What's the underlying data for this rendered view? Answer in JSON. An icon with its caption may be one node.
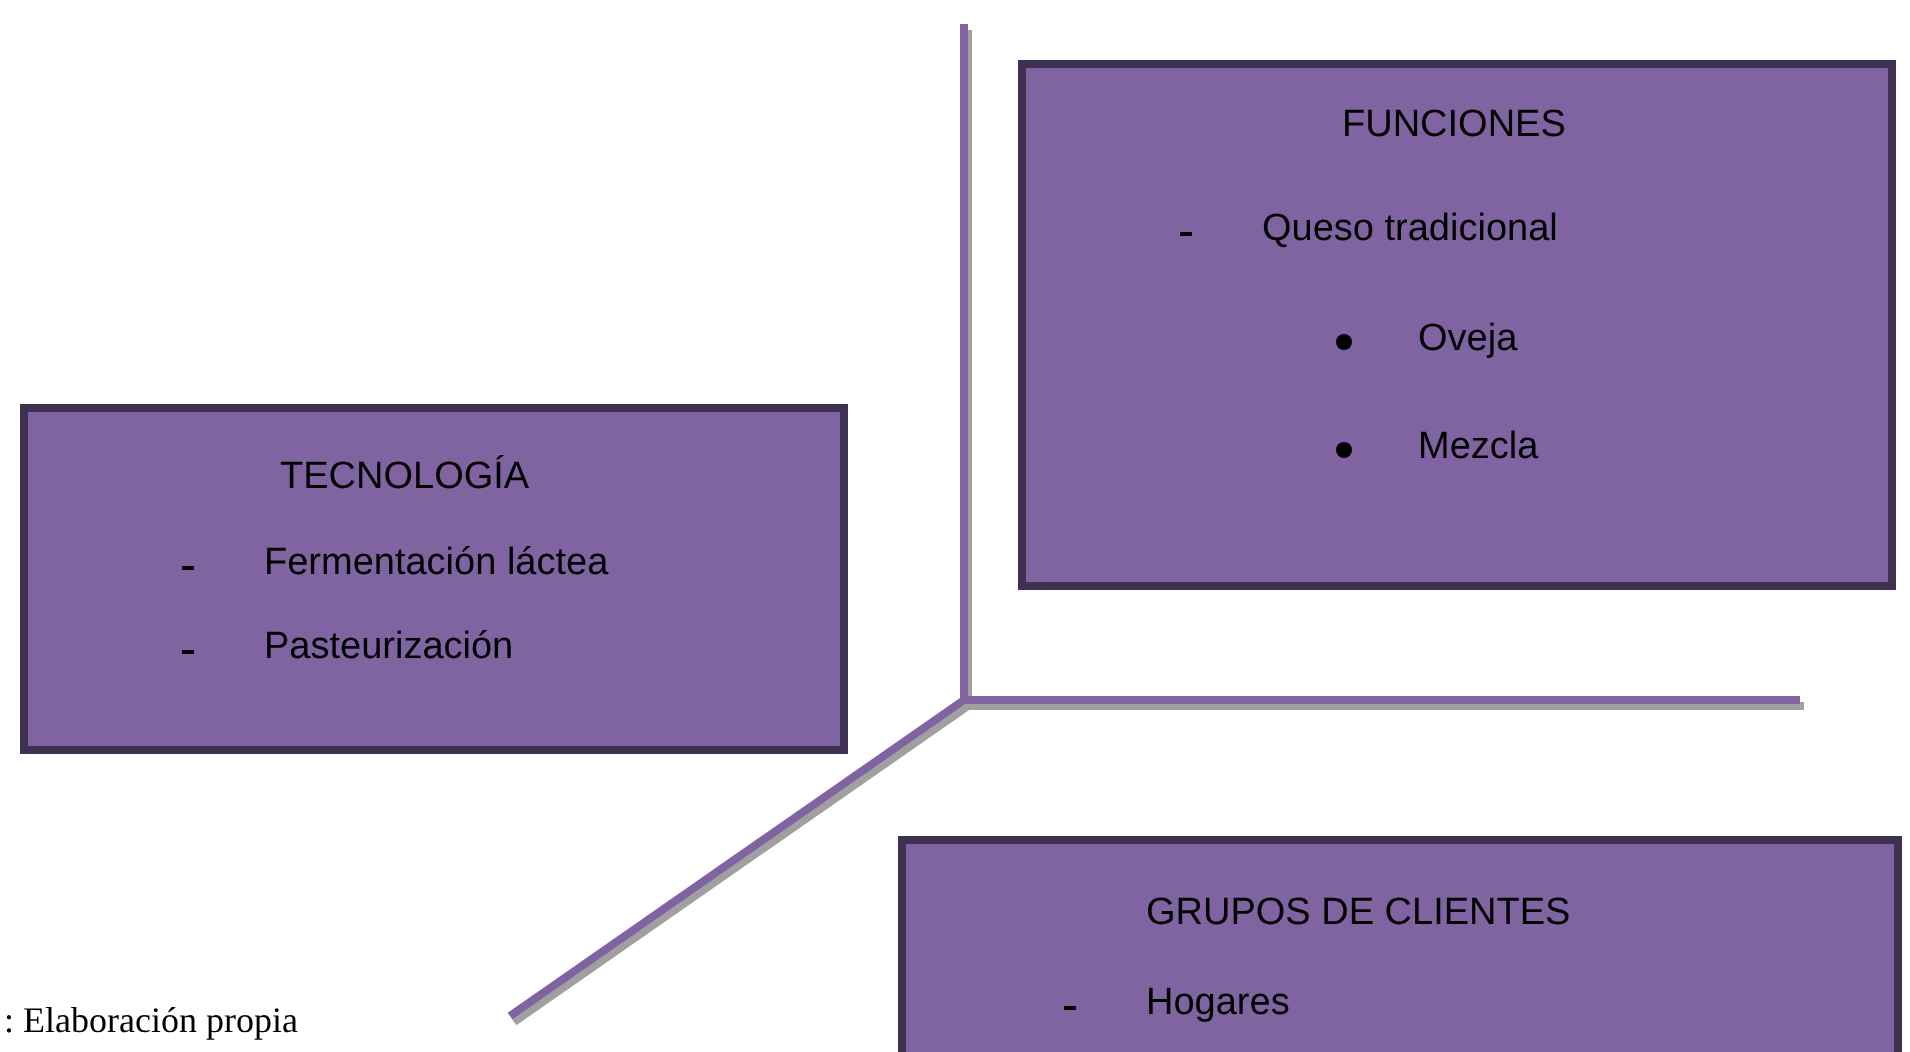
{
  "diagram": {
    "nodes": [
      {
        "text": [
          "TECNOLOGÍA",
          "Fermentación láctea",
          "Pasteurización"
        ]
      },
      {
        "text": [
          "FUNCIONES",
          "Queso tradicional",
          "Oveja",
          "Mezcla"
        ]
      },
      {
        "text": [
          "GRUPOS DE CLIENTES",
          "Hogares"
        ]
      }
    ],
    "edges": [],
    "labels": [
      ": Elaboración propia"
    ]
  }
}
